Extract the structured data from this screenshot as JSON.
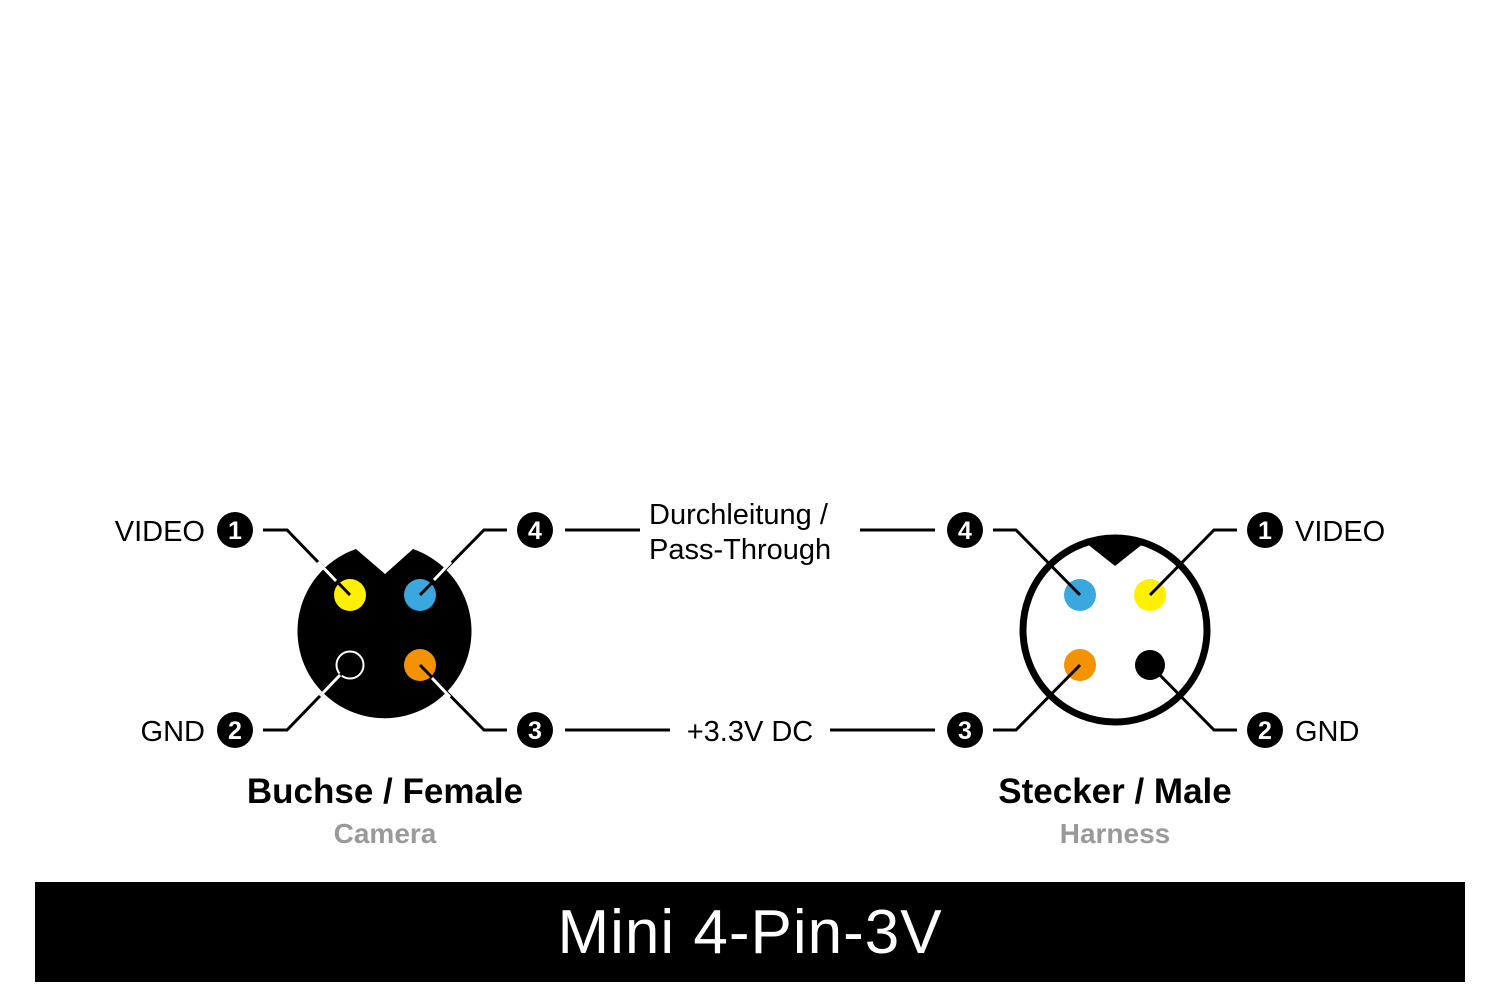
{
  "title": "Mini 4-Pin-3V",
  "colors": {
    "video": "#ffef00",
    "pass": "#3aa7de",
    "power": "#f59200",
    "gnd_male": "#000000",
    "gnd_female": "#000000",
    "sub_text": "#9a9a9a"
  },
  "female": {
    "name": "Buchse / Female",
    "sub": "Camera",
    "labels": {
      "video": "VIDEO",
      "gnd": "GND"
    },
    "pin_numbers": [
      "1",
      "2",
      "3",
      "4"
    ]
  },
  "male": {
    "name": "Stecker / Male",
    "sub": "Harness",
    "labels": {
      "video": "VIDEO",
      "gnd": "GND"
    },
    "pin_numbers": [
      "1",
      "2",
      "3",
      "4"
    ]
  },
  "links": {
    "pass_line1": "Durchleitung /",
    "pass_line2": "Pass-Through",
    "power": "+3.3V DC"
  }
}
